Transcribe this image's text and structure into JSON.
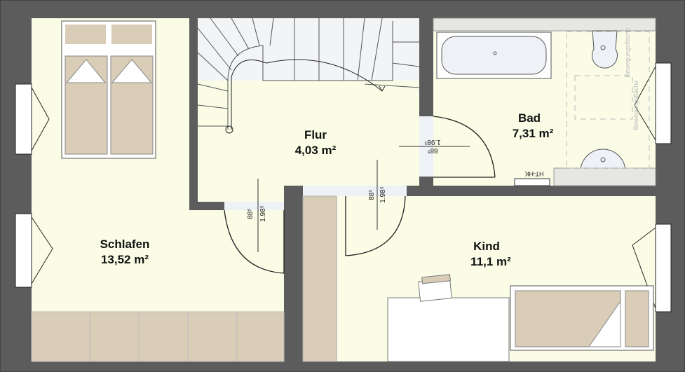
{
  "rooms": {
    "schlafen": {
      "name": "Schlafen",
      "area": "13,52 m²"
    },
    "flur": {
      "name": "Flur",
      "area": "4,03 m²"
    },
    "bad": {
      "name": "Bad",
      "area": "7,31 m²"
    },
    "kind": {
      "name": "Kind",
      "area": "11,1 m²"
    }
  },
  "doors": {
    "width": "88⁵",
    "height": "1.98⁵"
  },
  "bad_labels": {
    "heater": "HT-HK",
    "movement_area": "Bewegungsfläche"
  },
  "colors": {
    "wall": "#5c5c5c",
    "floor": "#fbfce6",
    "furniture": "#d9cdb8",
    "stairs": "#f2f4f6"
  }
}
